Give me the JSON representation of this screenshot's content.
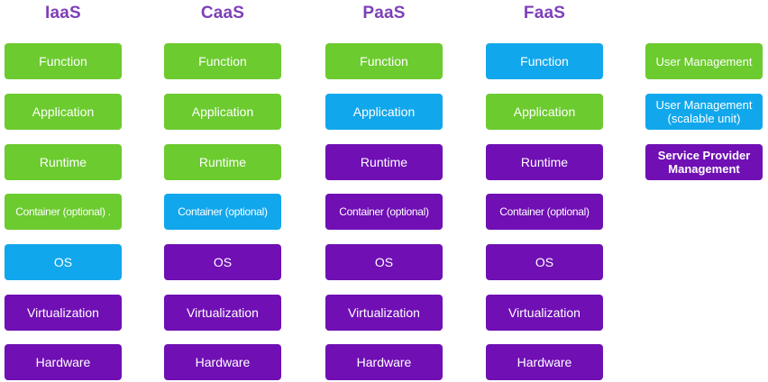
{
  "columns": [
    {
      "title": "IaaS",
      "layers": [
        {
          "label": "Function",
          "color": "green"
        },
        {
          "label": "Application",
          "color": "green"
        },
        {
          "label": "Runtime",
          "color": "green"
        },
        {
          "label": "Container (optional) .",
          "color": "green"
        },
        {
          "label": "OS",
          "color": "cyan"
        },
        {
          "label": "Virtualization",
          "color": "purple"
        },
        {
          "label": "Hardware",
          "color": "purple"
        }
      ]
    },
    {
      "title": "CaaS",
      "layers": [
        {
          "label": "Function",
          "color": "green"
        },
        {
          "label": "Application",
          "color": "green"
        },
        {
          "label": "Runtime",
          "color": "green"
        },
        {
          "label": "Container (optional)",
          "color": "cyan"
        },
        {
          "label": "OS",
          "color": "purple"
        },
        {
          "label": "Virtualization",
          "color": "purple"
        },
        {
          "label": "Hardware",
          "color": "purple"
        }
      ]
    },
    {
      "title": "PaaS",
      "layers": [
        {
          "label": "Function",
          "color": "green"
        },
        {
          "label": "Application",
          "color": "cyan"
        },
        {
          "label": "Runtime",
          "color": "purple"
        },
        {
          "label": "Container (optional)",
          "color": "purple"
        },
        {
          "label": "OS",
          "color": "purple"
        },
        {
          "label": "Virtualization",
          "color": "purple"
        },
        {
          "label": "Hardware",
          "color": "purple"
        }
      ]
    },
    {
      "title": "FaaS",
      "layers": [
        {
          "label": "Function",
          "color": "cyan"
        },
        {
          "label": "Application",
          "color": "green"
        },
        {
          "label": "Runtime",
          "color": "purple"
        },
        {
          "label": "Container (optional)",
          "color": "purple"
        },
        {
          "label": "OS",
          "color": "purple"
        },
        {
          "label": "Virtualization",
          "color": "purple"
        },
        {
          "label": "Hardware",
          "color": "purple"
        }
      ]
    }
  ],
  "legend": [
    {
      "label": "User Management",
      "color": "green"
    },
    {
      "label": "User Management (scalable unit)",
      "color": "cyan"
    },
    {
      "label": "Service Provider Management",
      "color": "purple"
    }
  ],
  "colors": {
    "green": "#6ccb2f",
    "cyan": "#11a7ec",
    "purple": "#6f0fb4",
    "title": "#7e3fb8"
  }
}
